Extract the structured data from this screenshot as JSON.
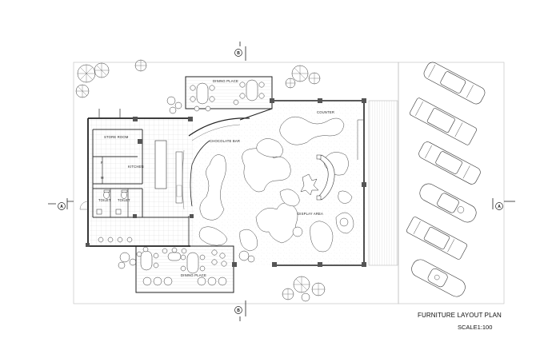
{
  "drawing": {
    "title": "FURNITURE LAYOUT PLAN",
    "scale": "SCALE1:100"
  },
  "rooms": {
    "dining_top": "DINING PLACE",
    "dining_bottom": "DINING PLACE",
    "counter": "COUNTER",
    "chocolate_bar": "CHOCOLATE BAR",
    "store_room": "STORE ROOM",
    "kitchen": "KITCHEN",
    "toilet_1": "TOILET",
    "toilet_2": "TOILET",
    "display_area": "DISPLAY AREA",
    "door_f": "F",
    "door_m": "M"
  },
  "section_markers": {
    "top": "B",
    "bottom": "B",
    "left": "A",
    "right": "A"
  },
  "parking": {
    "car_count": 6
  }
}
